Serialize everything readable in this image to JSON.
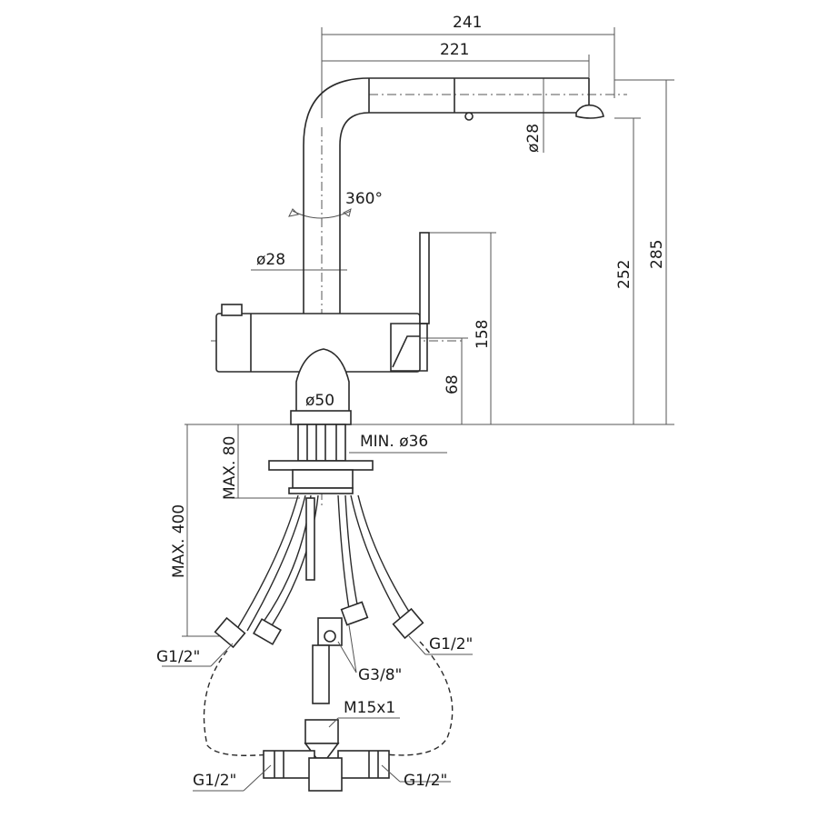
{
  "dimensions": {
    "spout_reach_total": "241",
    "spout_reach_outlet": "221",
    "spout_diameter": "ø28",
    "body_diameter": "ø28",
    "rotation": "360°",
    "height_total": "285",
    "height_outlet": "252",
    "height_lever": "158",
    "height_body": "68",
    "base_diameter": "ø50",
    "hole_diameter_min": "MIN. ø36",
    "deck_thickness_max": "MAX. 80",
    "hose_length_max": "MAX. 400"
  },
  "connections": {
    "left_hot_cold": "G1/2\"",
    "right_hot_cold": "G1/2\"",
    "filtered_water": "G3/8\"",
    "spray_thread": "M15x1",
    "tee_left": "G1/2\"",
    "tee_right": "G1/2\""
  }
}
